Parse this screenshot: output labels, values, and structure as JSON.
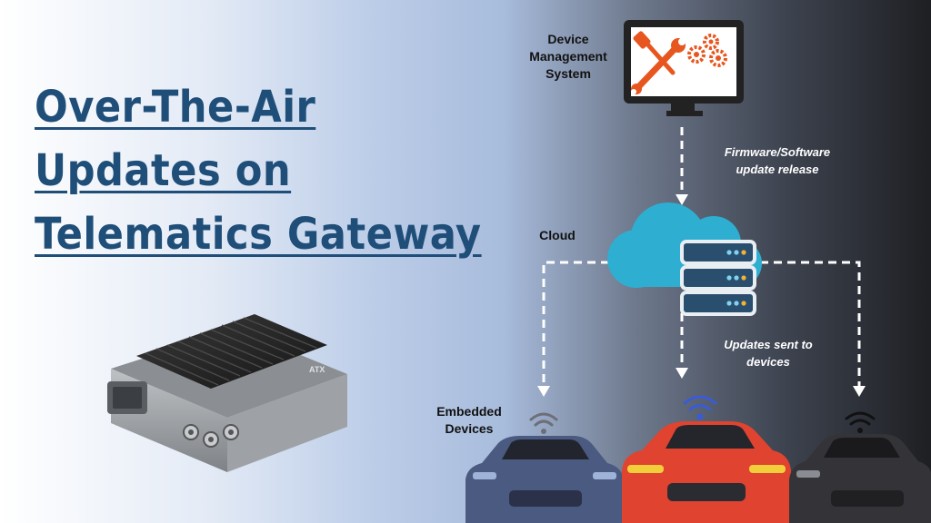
{
  "title": {
    "line1": "Over-The-Air",
    "line2": "Updates on",
    "line3": "Telematics Gateway"
  },
  "labels": {
    "dms_line1": "Device",
    "dms_line2": "Management",
    "dms_line3": "System",
    "cloud": "Cloud",
    "embedded_line1": "Embedded",
    "embedded_line2": "Devices",
    "firmware_line1": "Firmware/Software",
    "firmware_line2": "update release",
    "updates_line1": "Updates sent to",
    "updates_line2": "devices"
  },
  "gateway_logo": "ATX",
  "icons": {
    "monitor": "monitor-icon",
    "tools": "wrench-screwdriver-icon",
    "gears": "gears-icon",
    "cloud": "cloud-icon",
    "server": "server-rack-icon",
    "wifi": "wifi-icon",
    "car": "car-icon",
    "gateway": "telematics-gateway-image"
  },
  "colors": {
    "title": "#1f4e79",
    "tools_orange": "#e8561f",
    "cloud_blue": "#2eaed0",
    "server_blue": "#2a4e6e",
    "car_blue": "#4a5a80",
    "car_red": "#e0432f",
    "car_dark": "#343438",
    "wifi_blue": "#3a5bd8"
  }
}
